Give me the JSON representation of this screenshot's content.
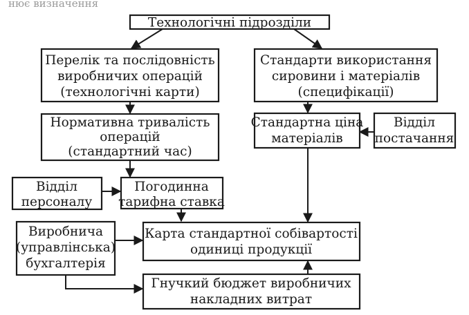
{
  "top_partial_line": "нює визначення",
  "nodes": {
    "tech_units": [
      "Технологічні підрозділи"
    ],
    "operations_list": [
      "Перелік та послідовність",
      "виробничих операцій",
      "(технологічні карти)"
    ],
    "material_standards": [
      "Стандарти використання",
      "сировини і матеріалів",
      "(специфікації)"
    ],
    "standard_time": [
      "Нормативна тривалість",
      "операцій",
      "(стандартний час)"
    ],
    "standard_price": [
      "Стандартна ціна",
      "матеріалів"
    ],
    "supply_dept": [
      "Відділ",
      "постачання"
    ],
    "personnel_dept": [
      "Відділ",
      "персоналу"
    ],
    "hourly_rate": [
      "Погодинна",
      "тарифна ставка"
    ],
    "mgmt_accounting": [
      "Виробнича",
      "(управлінська)",
      "бухгалтерія"
    ],
    "standard_cost_card": [
      "Карта стандартної собівартості",
      "одиниці продукції"
    ],
    "flexible_budget": [
      "Гнучкий бюджет виробничих",
      "накладних витрат"
    ]
  }
}
